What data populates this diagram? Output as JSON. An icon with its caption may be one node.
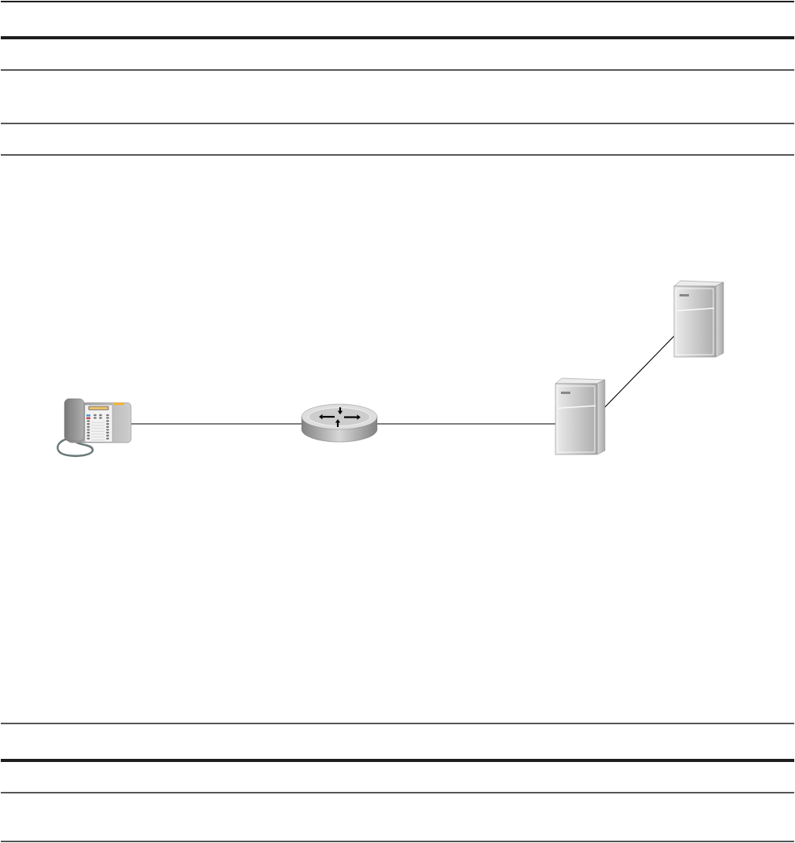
{
  "diagram": {
    "nodes": [
      {
        "text": [],
        "shape": "picture"
      },
      {
        "text": [],
        "shape": "picture"
      },
      {
        "text": [],
        "shape": "picture"
      },
      {
        "text": [],
        "shape": "picture"
      }
    ],
    "edges": [
      {
        "from": 0,
        "to": 1,
        "arrow": "none"
      },
      {
        "from": 1,
        "to": 2,
        "arrow": "none"
      },
      {
        "from": 2,
        "to": 3,
        "arrow": "none"
      }
    ]
  }
}
